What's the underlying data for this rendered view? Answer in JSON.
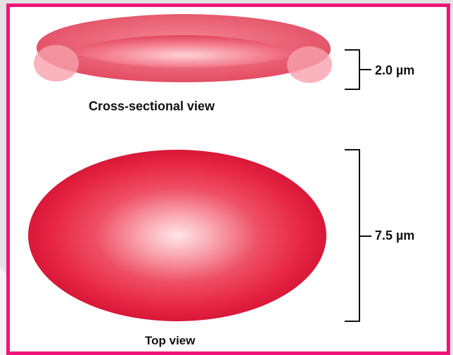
{
  "labels": {
    "cross_section_caption": "Cross-sectional view",
    "top_view_caption": "Top view",
    "thickness_value": "2.0 µm",
    "diameter_value": "7.5 µm"
  },
  "colors": {
    "frame_border": "#f0147a",
    "cell_red": "#e8203e",
    "cell_highlight": "#ffd8dc",
    "background_gray": "#d9d9d9"
  }
}
